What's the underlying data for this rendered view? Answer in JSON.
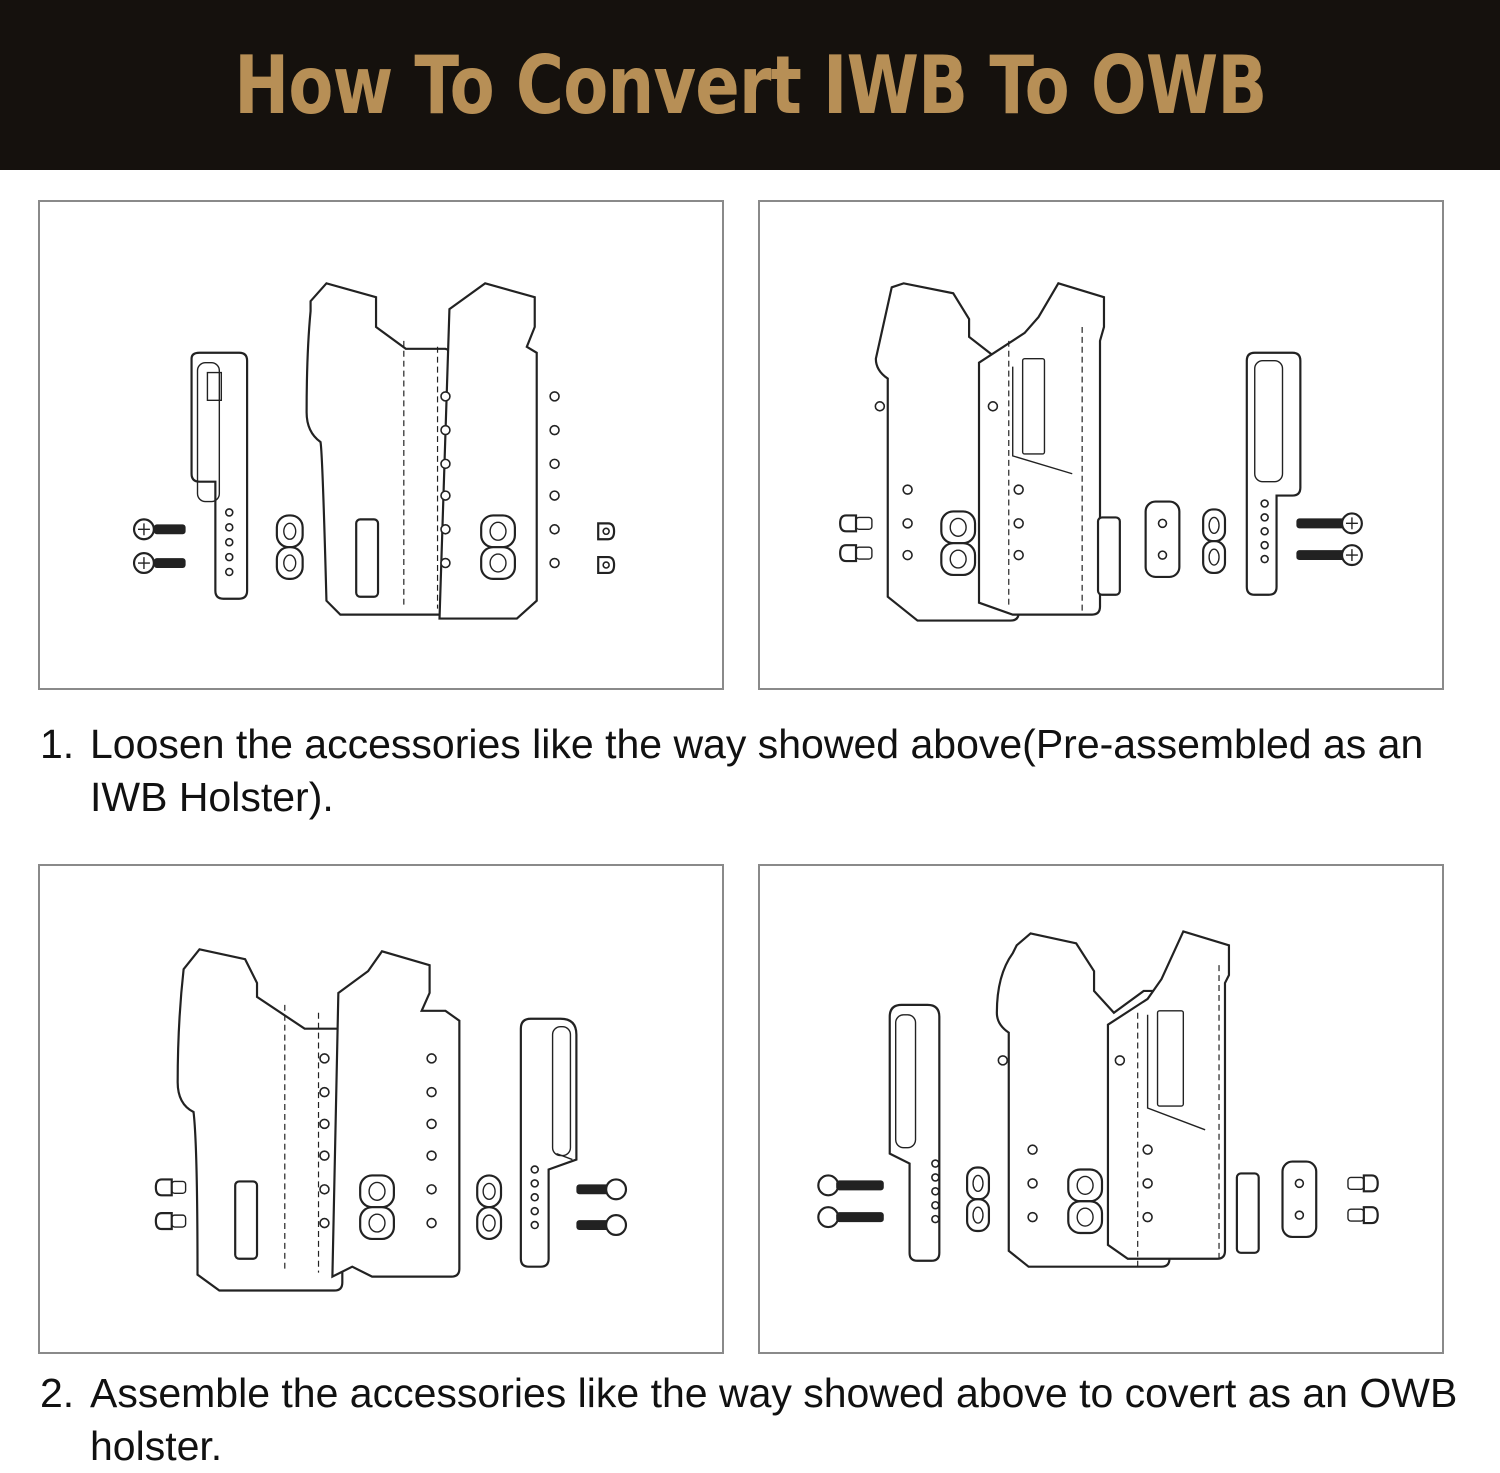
{
  "title": "How To Convert IWB To OWB",
  "colors": {
    "header_bg": "#15110d",
    "title_gold": "#b78f56"
  },
  "steps": [
    {
      "number": "1.",
      "text": "Loosen the accessories like the way showed above(Pre-assembled as an IWB Holster)."
    },
    {
      "number": "2.",
      "text": "Assemble the accessories like the way showed above to covert as an OWB holster."
    }
  ]
}
